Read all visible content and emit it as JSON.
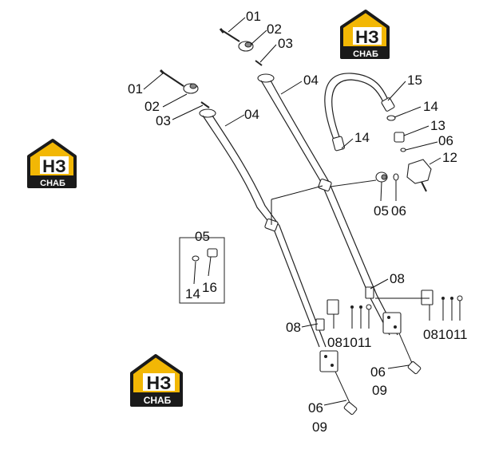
{
  "diagram": {
    "callouts": {
      "c01_top": "01",
      "c02_top": "02",
      "c03_top": "03",
      "c04_mid": "04",
      "c15": "15",
      "c14_upper": "14",
      "c13": "13",
      "c06_right": "06",
      "c12": "12",
      "c01_left": "01",
      "c02_left": "02",
      "c03_left": "03",
      "c04_left": "04",
      "c14_center": "14",
      "c05_center": "05",
      "c06_center": "06",
      "c05_box": "05",
      "c14_box": "14",
      "c16_box": "16",
      "c08_right": "08",
      "c08_left": "08",
      "c081011_center": "081011",
      "c081011_right": "081011",
      "c06_bottom_right": "06",
      "c09_bottom_right": "09",
      "c06_bottom_left": "06",
      "c09_bottom_left": "09"
    },
    "watermark": {
      "big_text": "НЗ",
      "small_text": "СНАБ",
      "accent_color": "#f2b705",
      "dark_color": "#1a1a1a"
    }
  }
}
